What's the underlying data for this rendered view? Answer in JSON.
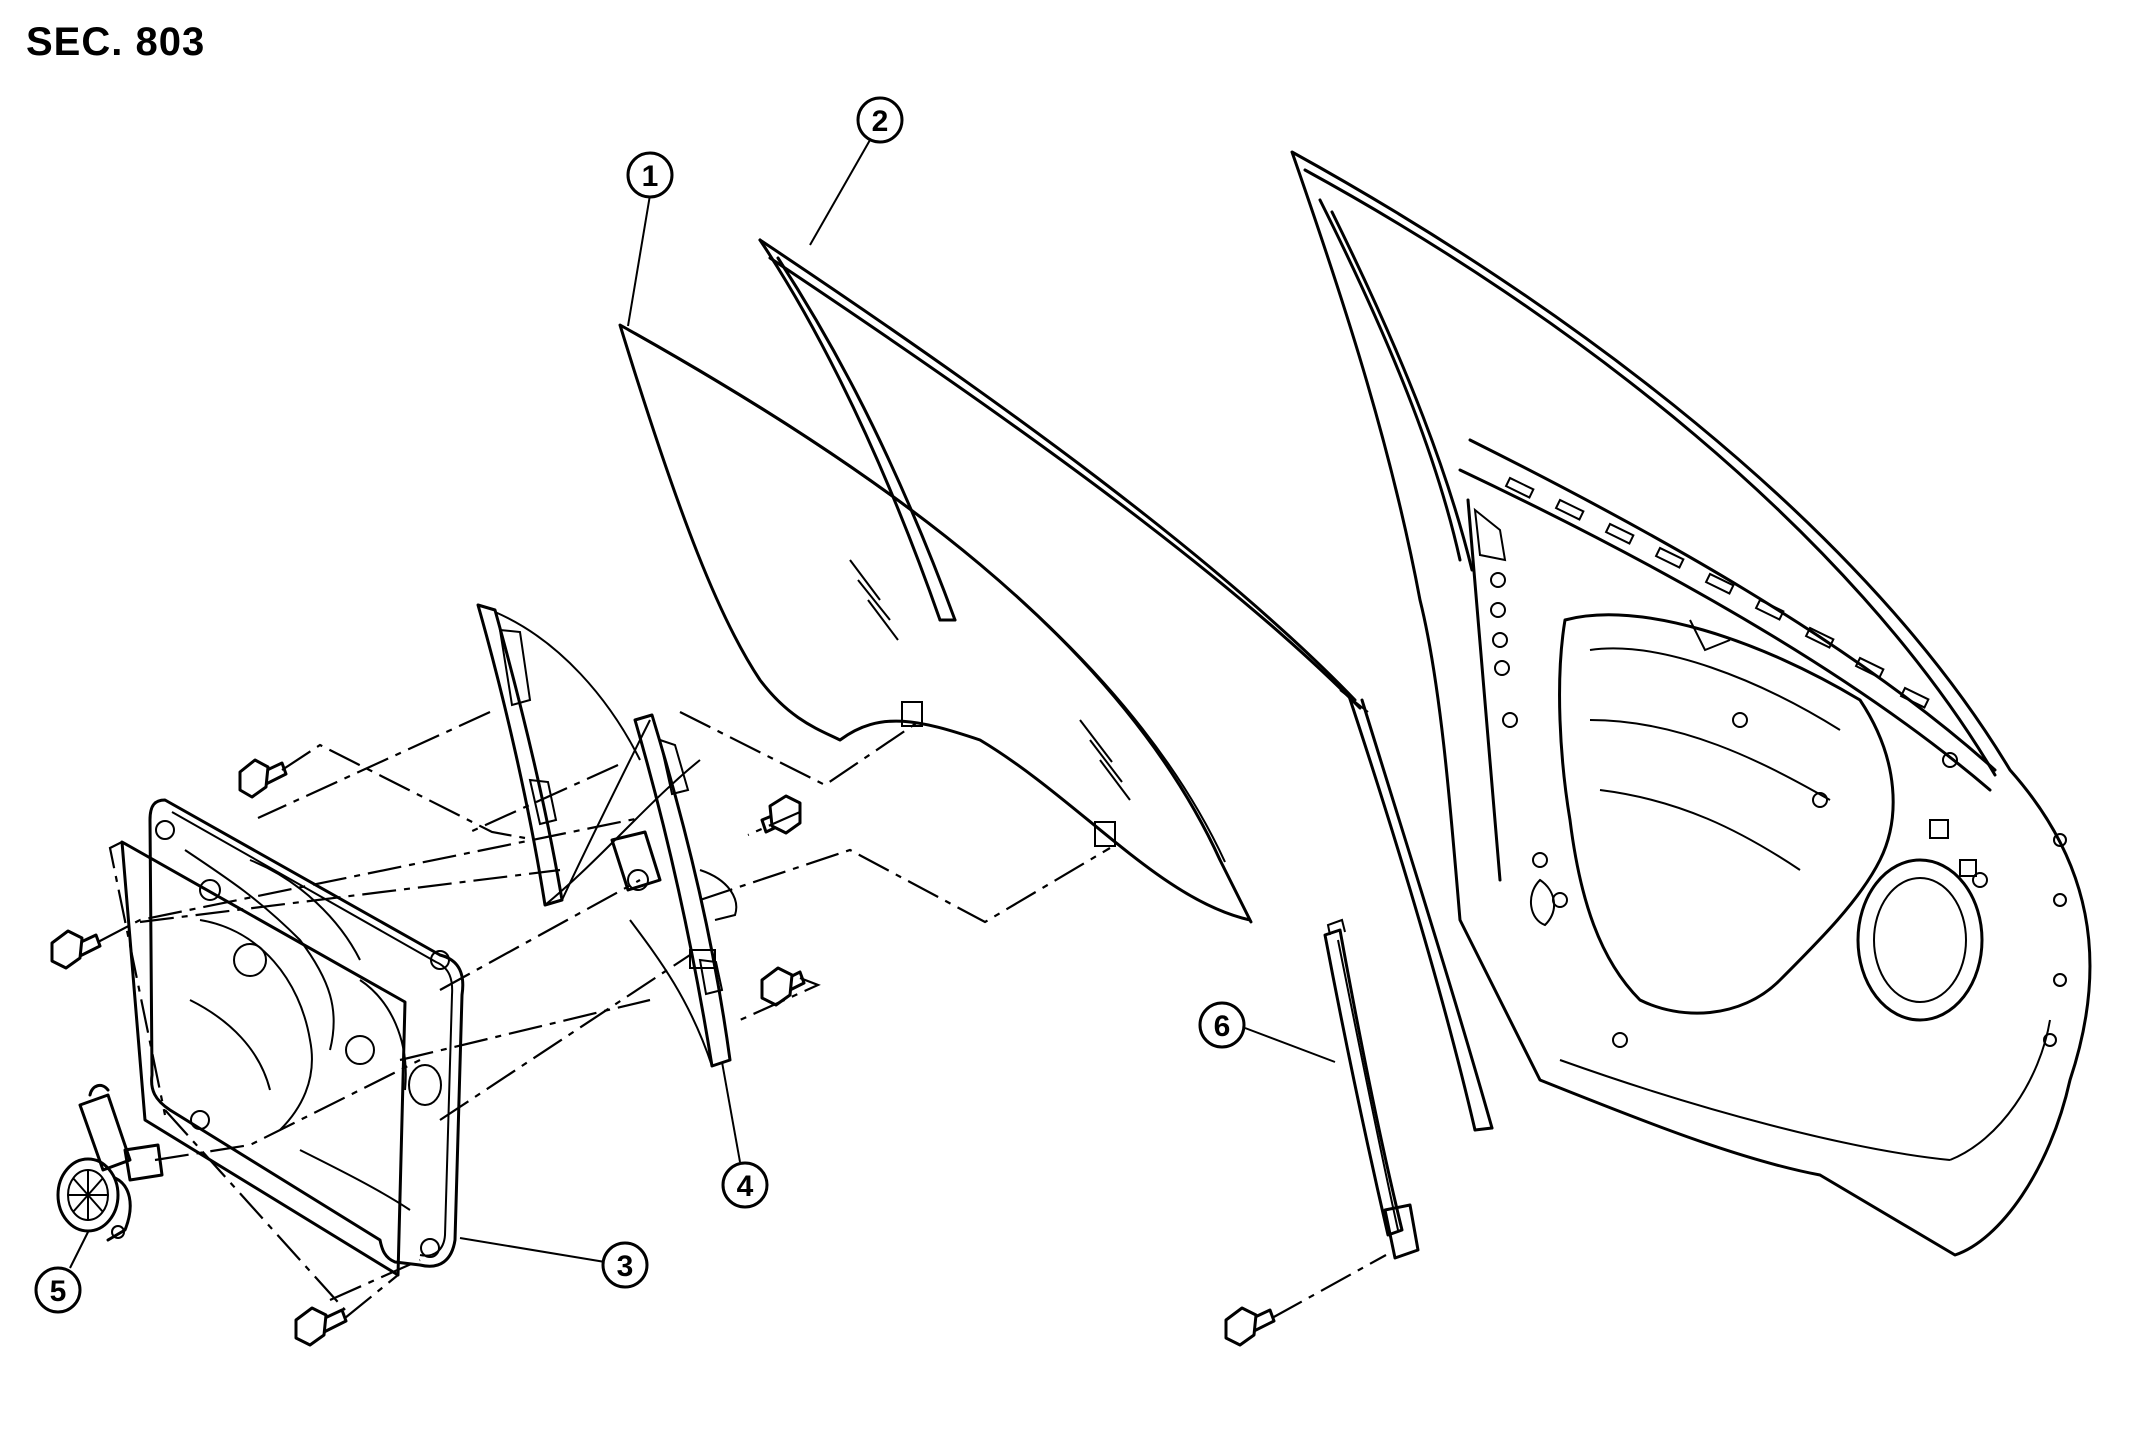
{
  "section_label": "SEC. 803",
  "callouts": [
    {
      "number": "1"
    },
    {
      "number": "2"
    },
    {
      "number": "3"
    },
    {
      "number": "4"
    },
    {
      "number": "5"
    },
    {
      "number": "6"
    }
  ]
}
